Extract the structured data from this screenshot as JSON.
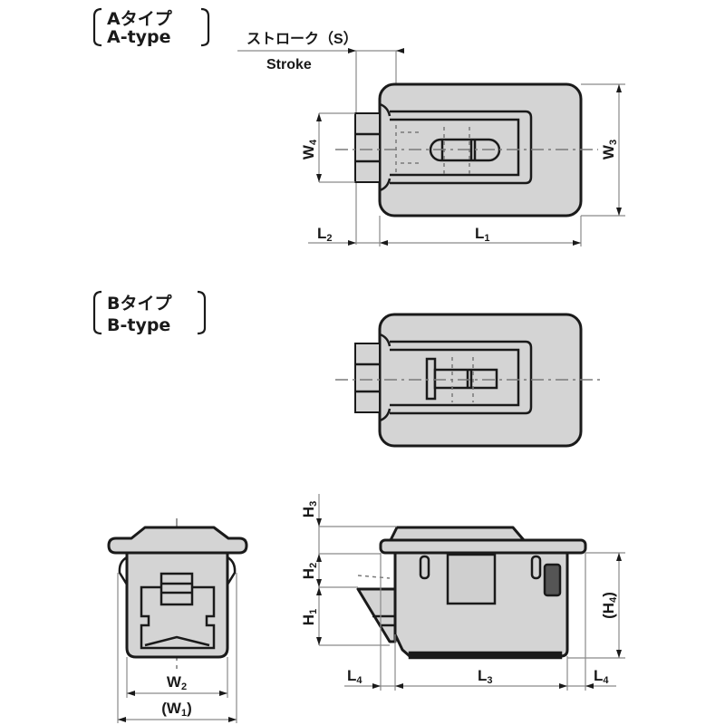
{
  "colors": {
    "part_fill": "#d4d4d4",
    "line": "#1a1a1a",
    "dimension_line": "#8a8a8a"
  },
  "a_type": {
    "title_ja": "Aタイプ",
    "title_en": "A-type",
    "stroke_label_ja": "ストローク（S）",
    "stroke_label_en": "Stroke",
    "dimensions": {
      "w4": "W",
      "w4_sub": "4",
      "w3": "W",
      "w3_sub": "3",
      "l2": "L",
      "l2_sub": "2",
      "l1": "L",
      "l1_sub": "1"
    }
  },
  "b_type": {
    "title_ja": "Bタイプ",
    "title_en": "B-type"
  },
  "front_view": {
    "dimensions": {
      "w2": "W",
      "w2_sub": "2",
      "w1_open": "(W",
      "w1_sub": "1",
      "w1_close": ")"
    }
  },
  "side_view": {
    "dimensions": {
      "h3": "H",
      "h3_sub": "3",
      "h2": "H",
      "h2_sub": "2",
      "h1": "H",
      "h1_sub": "1",
      "h4_open": "(H",
      "h4_sub": "4",
      "h4_close": ")",
      "l4_left": "L",
      "l4_left_sub": "4",
      "l3": "L",
      "l3_sub": "3",
      "l4_right": "L",
      "l4_right_sub": "4"
    }
  }
}
